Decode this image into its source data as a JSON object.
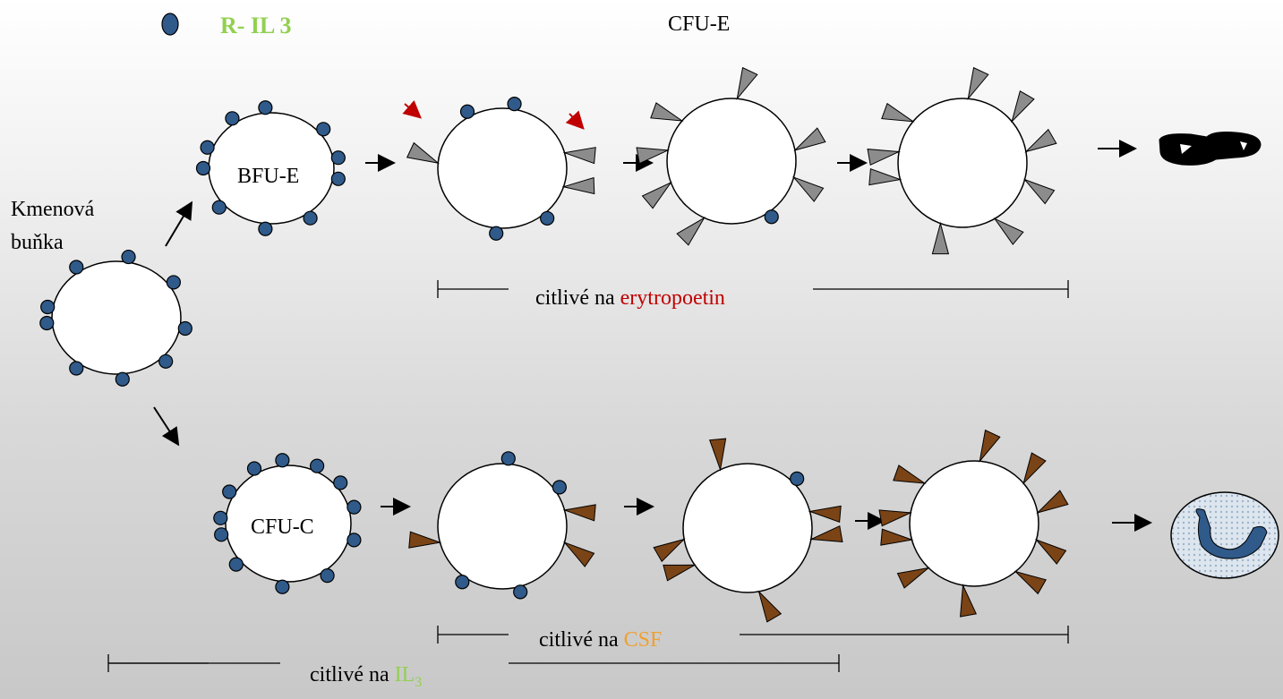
{
  "legend": {
    "symbol": "blue-receptor-dot",
    "text": "R- IL 3",
    "text_color": "#92d050"
  },
  "top_label": "CFU-E",
  "stem_cell_label": "Kmenová\nbuňka",
  "cells": {
    "bfu_e": "BFU-E",
    "cfu_c": "CFU-C"
  },
  "ranges": {
    "erythropoietin": {
      "prefix": "citlivé na",
      "highlight": "erytropoetin",
      "highlight_color": "#c00000"
    },
    "csf": {
      "prefix": "citlivé na",
      "highlight": "CSF",
      "highlight_color": "#f0a030"
    },
    "il3": {
      "prefix": "citlivé na",
      "highlight": "IL",
      "subscript": "3",
      "highlight_color": "#92d050"
    }
  },
  "colors": {
    "il3_receptor": "#2f5a8a",
    "epo_receptor": "#8c8c8c",
    "csf_receptor": "#7a4416",
    "marker_arrow": "#c00000"
  }
}
